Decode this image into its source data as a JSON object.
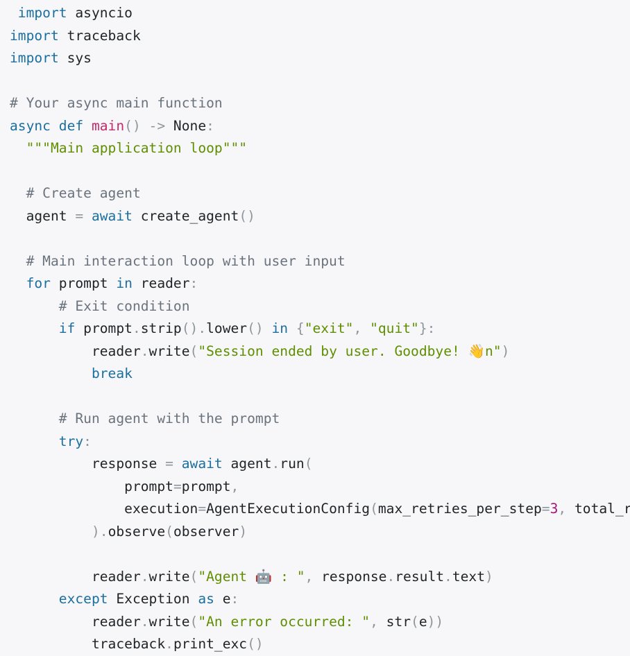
{
  "colors": {
    "background": "#f7f7f9",
    "keyword": "#1a6fa0",
    "function": "#c42b6a",
    "string": "#5f8f00",
    "number": "#a1167a",
    "comment": "#6a737d",
    "punctuation": "#8f959c",
    "plain": "#1f2328"
  },
  "code": {
    "lines": [
      {
        "indent": " ",
        "tokens": [
          {
            "t": "kw",
            "v": "import"
          },
          {
            "t": "plain",
            "v": " asyncio"
          }
        ]
      },
      {
        "indent": "",
        "tokens": [
          {
            "t": "kw",
            "v": "import"
          },
          {
            "t": "plain",
            "v": " traceback"
          }
        ]
      },
      {
        "indent": "",
        "tokens": [
          {
            "t": "kw",
            "v": "import"
          },
          {
            "t": "plain",
            "v": " sys"
          }
        ]
      },
      {
        "indent": "",
        "tokens": []
      },
      {
        "indent": "",
        "tokens": [
          {
            "t": "cm",
            "v": "# Your async main function"
          }
        ]
      },
      {
        "indent": "",
        "tokens": [
          {
            "t": "kw",
            "v": "async"
          },
          {
            "t": "plain",
            "v": " "
          },
          {
            "t": "kw",
            "v": "def"
          },
          {
            "t": "plain",
            "v": " "
          },
          {
            "t": "fn",
            "v": "main"
          },
          {
            "t": "pun",
            "v": "()"
          },
          {
            "t": "plain",
            "v": " "
          },
          {
            "t": "pun",
            "v": "->"
          },
          {
            "t": "plain",
            "v": " None"
          },
          {
            "t": "pun",
            "v": ":"
          }
        ]
      },
      {
        "indent": "  ",
        "tokens": [
          {
            "t": "str",
            "v": "\"\"\"Main application loop\"\"\""
          }
        ]
      },
      {
        "indent": "",
        "tokens": []
      },
      {
        "indent": "  ",
        "tokens": [
          {
            "t": "cm",
            "v": "# Create agent"
          }
        ]
      },
      {
        "indent": "  ",
        "tokens": [
          {
            "t": "plain",
            "v": "agent "
          },
          {
            "t": "pun",
            "v": "="
          },
          {
            "t": "plain",
            "v": " "
          },
          {
            "t": "kw",
            "v": "await"
          },
          {
            "t": "plain",
            "v": " create_agent"
          },
          {
            "t": "pun",
            "v": "()"
          }
        ]
      },
      {
        "indent": "",
        "tokens": []
      },
      {
        "indent": "  ",
        "tokens": [
          {
            "t": "cm",
            "v": "# Main interaction loop with user input"
          }
        ]
      },
      {
        "indent": "  ",
        "tokens": [
          {
            "t": "kw",
            "v": "for"
          },
          {
            "t": "plain",
            "v": " prompt "
          },
          {
            "t": "kw",
            "v": "in"
          },
          {
            "t": "plain",
            "v": " reader"
          },
          {
            "t": "pun",
            "v": ":"
          }
        ]
      },
      {
        "indent": "      ",
        "tokens": [
          {
            "t": "cm",
            "v": "# Exit condition"
          }
        ]
      },
      {
        "indent": "      ",
        "tokens": [
          {
            "t": "kw",
            "v": "if"
          },
          {
            "t": "plain",
            "v": " prompt"
          },
          {
            "t": "pun",
            "v": "."
          },
          {
            "t": "plain",
            "v": "strip"
          },
          {
            "t": "pun",
            "v": "()."
          },
          {
            "t": "plain",
            "v": "lower"
          },
          {
            "t": "pun",
            "v": "()"
          },
          {
            "t": "plain",
            "v": " "
          },
          {
            "t": "kw",
            "v": "in"
          },
          {
            "t": "plain",
            "v": " "
          },
          {
            "t": "pun",
            "v": "{"
          },
          {
            "t": "str",
            "v": "\"exit\""
          },
          {
            "t": "pun",
            "v": ","
          },
          {
            "t": "plain",
            "v": " "
          },
          {
            "t": "str",
            "v": "\"quit\""
          },
          {
            "t": "pun",
            "v": "}:"
          }
        ]
      },
      {
        "indent": "          ",
        "tokens": [
          {
            "t": "plain",
            "v": "reader"
          },
          {
            "t": "pun",
            "v": "."
          },
          {
            "t": "plain",
            "v": "write"
          },
          {
            "t": "pun",
            "v": "("
          },
          {
            "t": "str",
            "v": "\"Session ended by user. Goodbye! 👋n\""
          },
          {
            "t": "pun",
            "v": ")"
          }
        ]
      },
      {
        "indent": "          ",
        "tokens": [
          {
            "t": "kw",
            "v": "break"
          }
        ]
      },
      {
        "indent": "",
        "tokens": []
      },
      {
        "indent": "      ",
        "tokens": [
          {
            "t": "cm",
            "v": "# Run agent with the prompt"
          }
        ]
      },
      {
        "indent": "      ",
        "tokens": [
          {
            "t": "kw",
            "v": "try"
          },
          {
            "t": "pun",
            "v": ":"
          }
        ]
      },
      {
        "indent": "          ",
        "tokens": [
          {
            "t": "plain",
            "v": "response "
          },
          {
            "t": "pun",
            "v": "="
          },
          {
            "t": "plain",
            "v": " "
          },
          {
            "t": "kw",
            "v": "await"
          },
          {
            "t": "plain",
            "v": " agent"
          },
          {
            "t": "pun",
            "v": "."
          },
          {
            "t": "plain",
            "v": "run"
          },
          {
            "t": "pun",
            "v": "("
          }
        ]
      },
      {
        "indent": "              ",
        "tokens": [
          {
            "t": "plain",
            "v": "prompt"
          },
          {
            "t": "pun",
            "v": "="
          },
          {
            "t": "plain",
            "v": "prompt"
          },
          {
            "t": "pun",
            "v": ","
          }
        ]
      },
      {
        "indent": "              ",
        "tokens": [
          {
            "t": "plain",
            "v": "execution"
          },
          {
            "t": "pun",
            "v": "="
          },
          {
            "t": "plain",
            "v": "AgentExecutionConfig"
          },
          {
            "t": "pun",
            "v": "("
          },
          {
            "t": "plain",
            "v": "max_retries_per_step"
          },
          {
            "t": "pun",
            "v": "="
          },
          {
            "t": "num",
            "v": "3"
          },
          {
            "t": "pun",
            "v": ","
          },
          {
            "t": "plain",
            "v": " total_r"
          }
        ]
      },
      {
        "indent": "          ",
        "tokens": [
          {
            "t": "pun",
            "v": ")."
          },
          {
            "t": "plain",
            "v": "observe"
          },
          {
            "t": "pun",
            "v": "("
          },
          {
            "t": "plain",
            "v": "observer"
          },
          {
            "t": "pun",
            "v": ")"
          }
        ]
      },
      {
        "indent": "",
        "tokens": []
      },
      {
        "indent": "          ",
        "tokens": [
          {
            "t": "plain",
            "v": "reader"
          },
          {
            "t": "pun",
            "v": "."
          },
          {
            "t": "plain",
            "v": "write"
          },
          {
            "t": "pun",
            "v": "("
          },
          {
            "t": "str",
            "v": "\"Agent 🤖 : \""
          },
          {
            "t": "pun",
            "v": ","
          },
          {
            "t": "plain",
            "v": " response"
          },
          {
            "t": "pun",
            "v": "."
          },
          {
            "t": "plain",
            "v": "result"
          },
          {
            "t": "pun",
            "v": "."
          },
          {
            "t": "plain",
            "v": "text"
          },
          {
            "t": "pun",
            "v": ")"
          }
        ]
      },
      {
        "indent": "      ",
        "tokens": [
          {
            "t": "kw",
            "v": "except"
          },
          {
            "t": "plain",
            "v": " Exception "
          },
          {
            "t": "kw",
            "v": "as"
          },
          {
            "t": "plain",
            "v": " e"
          },
          {
            "t": "pun",
            "v": ":"
          }
        ]
      },
      {
        "indent": "          ",
        "tokens": [
          {
            "t": "plain",
            "v": "reader"
          },
          {
            "t": "pun",
            "v": "."
          },
          {
            "t": "plain",
            "v": "write"
          },
          {
            "t": "pun",
            "v": "("
          },
          {
            "t": "str",
            "v": "\"An error occurred: \""
          },
          {
            "t": "pun",
            "v": ","
          },
          {
            "t": "plain",
            "v": " str"
          },
          {
            "t": "pun",
            "v": "("
          },
          {
            "t": "plain",
            "v": "e"
          },
          {
            "t": "pun",
            "v": "))"
          }
        ]
      },
      {
        "indent": "          ",
        "tokens": [
          {
            "t": "plain",
            "v": "traceback"
          },
          {
            "t": "pun",
            "v": "."
          },
          {
            "t": "plain",
            "v": "print_exc"
          },
          {
            "t": "pun",
            "v": "()"
          }
        ]
      }
    ]
  }
}
